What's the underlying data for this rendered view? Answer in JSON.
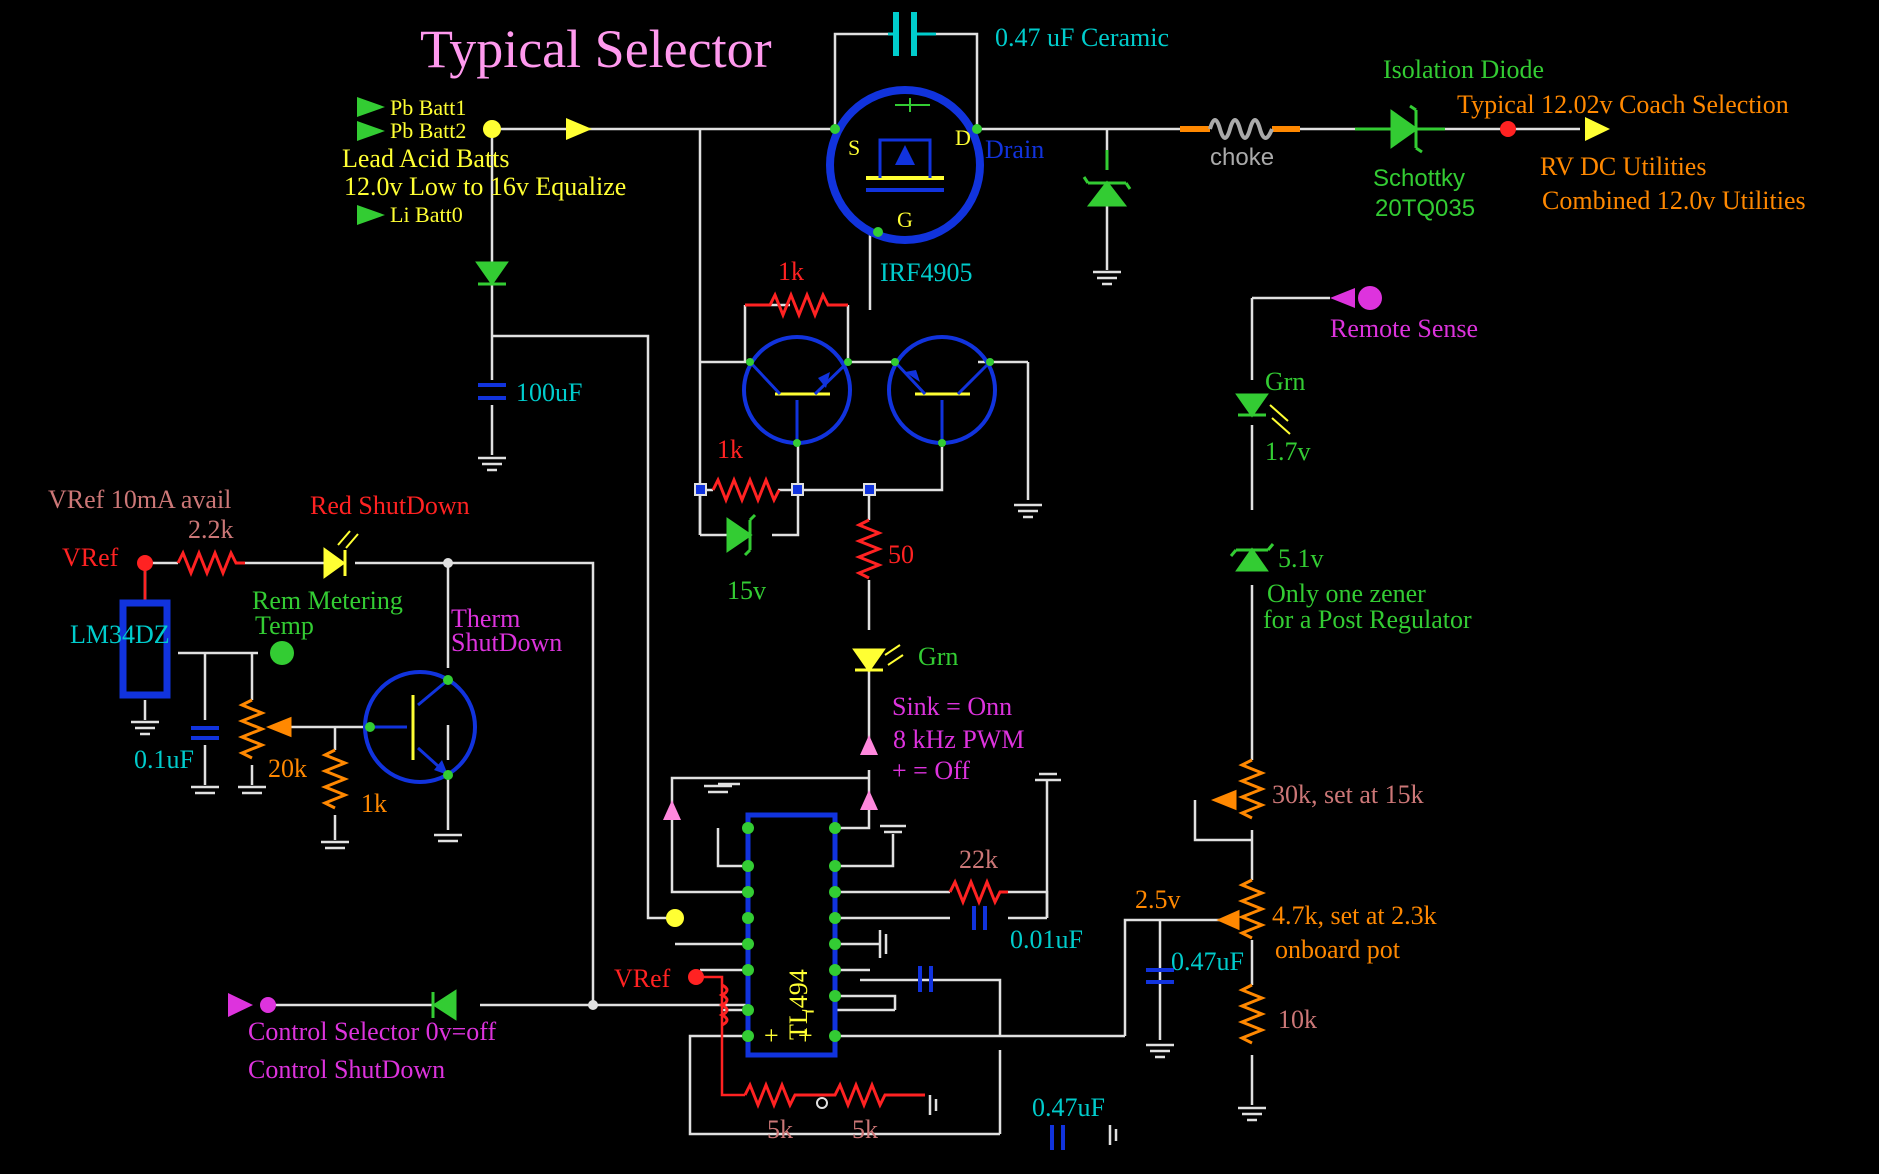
{
  "title": "Typical Selector",
  "colors": {
    "background": "#000000",
    "wire": "#e0e0e0",
    "title": "#ff99ee",
    "yellow": "#ffff33",
    "green": "#33cc33",
    "cyan": "#00cccc",
    "blue": "#1133dd",
    "red": "#ff2222",
    "orange": "#ff8800",
    "magenta": "#dd33dd",
    "rose": "#cc7777"
  },
  "labels": {
    "cap_ceramic": "0.47 uF Ceramic",
    "isolation_diode": "Isolation Diode",
    "coach_selection": "Typical 12.02v Coach Selection",
    "rv_dc_utilities": "RV DC Utilities",
    "combined_utilities": "Combined 12.0v Utilities",
    "pb_batt1": "Pb Batt1",
    "pb_batt2": "Pb Batt2",
    "lead_acid": "Lead Acid Batts",
    "voltage_range": "12.0v Low to 16v Equalize",
    "li_batt0": "Li Batt0",
    "mosfet_s": "S",
    "mosfet_d": "D",
    "mosfet_g": "G",
    "drain": "Drain",
    "choke": "choke",
    "schottky": "Schottky",
    "schottky_part": "20TQ035",
    "mosfet_part": "IRF4905",
    "r_1k_top": "1k",
    "r_1k_mid": "1k",
    "zener_15v": "15v",
    "r_50": "50",
    "cap_100uf": "100uF",
    "remote_sense": "Remote Sense",
    "grn_led": "Grn",
    "led_1_7v": "1.7v",
    "zener_5_1v": "5.1v",
    "zener_note1": "Only one zener",
    "zener_note2": "for a Post Regulator",
    "vref_avail": "VRef 10mA avail",
    "r_2_2k": "2.2k",
    "red_shutdown": "Red ShutDown",
    "vref": "VRef",
    "lm34dz": "LM34DZ",
    "rem_metering": "Rem Metering",
    "temp": "Temp",
    "therm": "Therm",
    "shutdown": "ShutDown",
    "cap_0_1uf": "0.1uF",
    "pot_20k": "20k",
    "r_1k_low": "1k",
    "grn_led2": "Grn",
    "sink_onn": "Sink = Onn",
    "pwm": "8 kHz PWM",
    "plus_off": "+ = Off",
    "pot_30k": "30k, set at 15k",
    "r_22k": "22k",
    "cap_0_01uf": "0.01uF",
    "v_2_5": "2.5v",
    "pot_4_7k": "4.7k, set at 2.3k",
    "cap_0_47uf_mid": "0.47uF",
    "onboard_pot": "onboard pot",
    "vref2": "VRef",
    "tl494": "TL494",
    "r_10k": "10k",
    "control_selector": "Control  Selector  0v=off",
    "control_shutdown": "Control ShutDown",
    "r_5k_a": "5k",
    "r_5k_b": "5k",
    "cap_0_47uf_low": "0.47uF",
    "pin_minus": "-",
    "pin_plus_a": "+",
    "pin_plus_b": "+"
  }
}
